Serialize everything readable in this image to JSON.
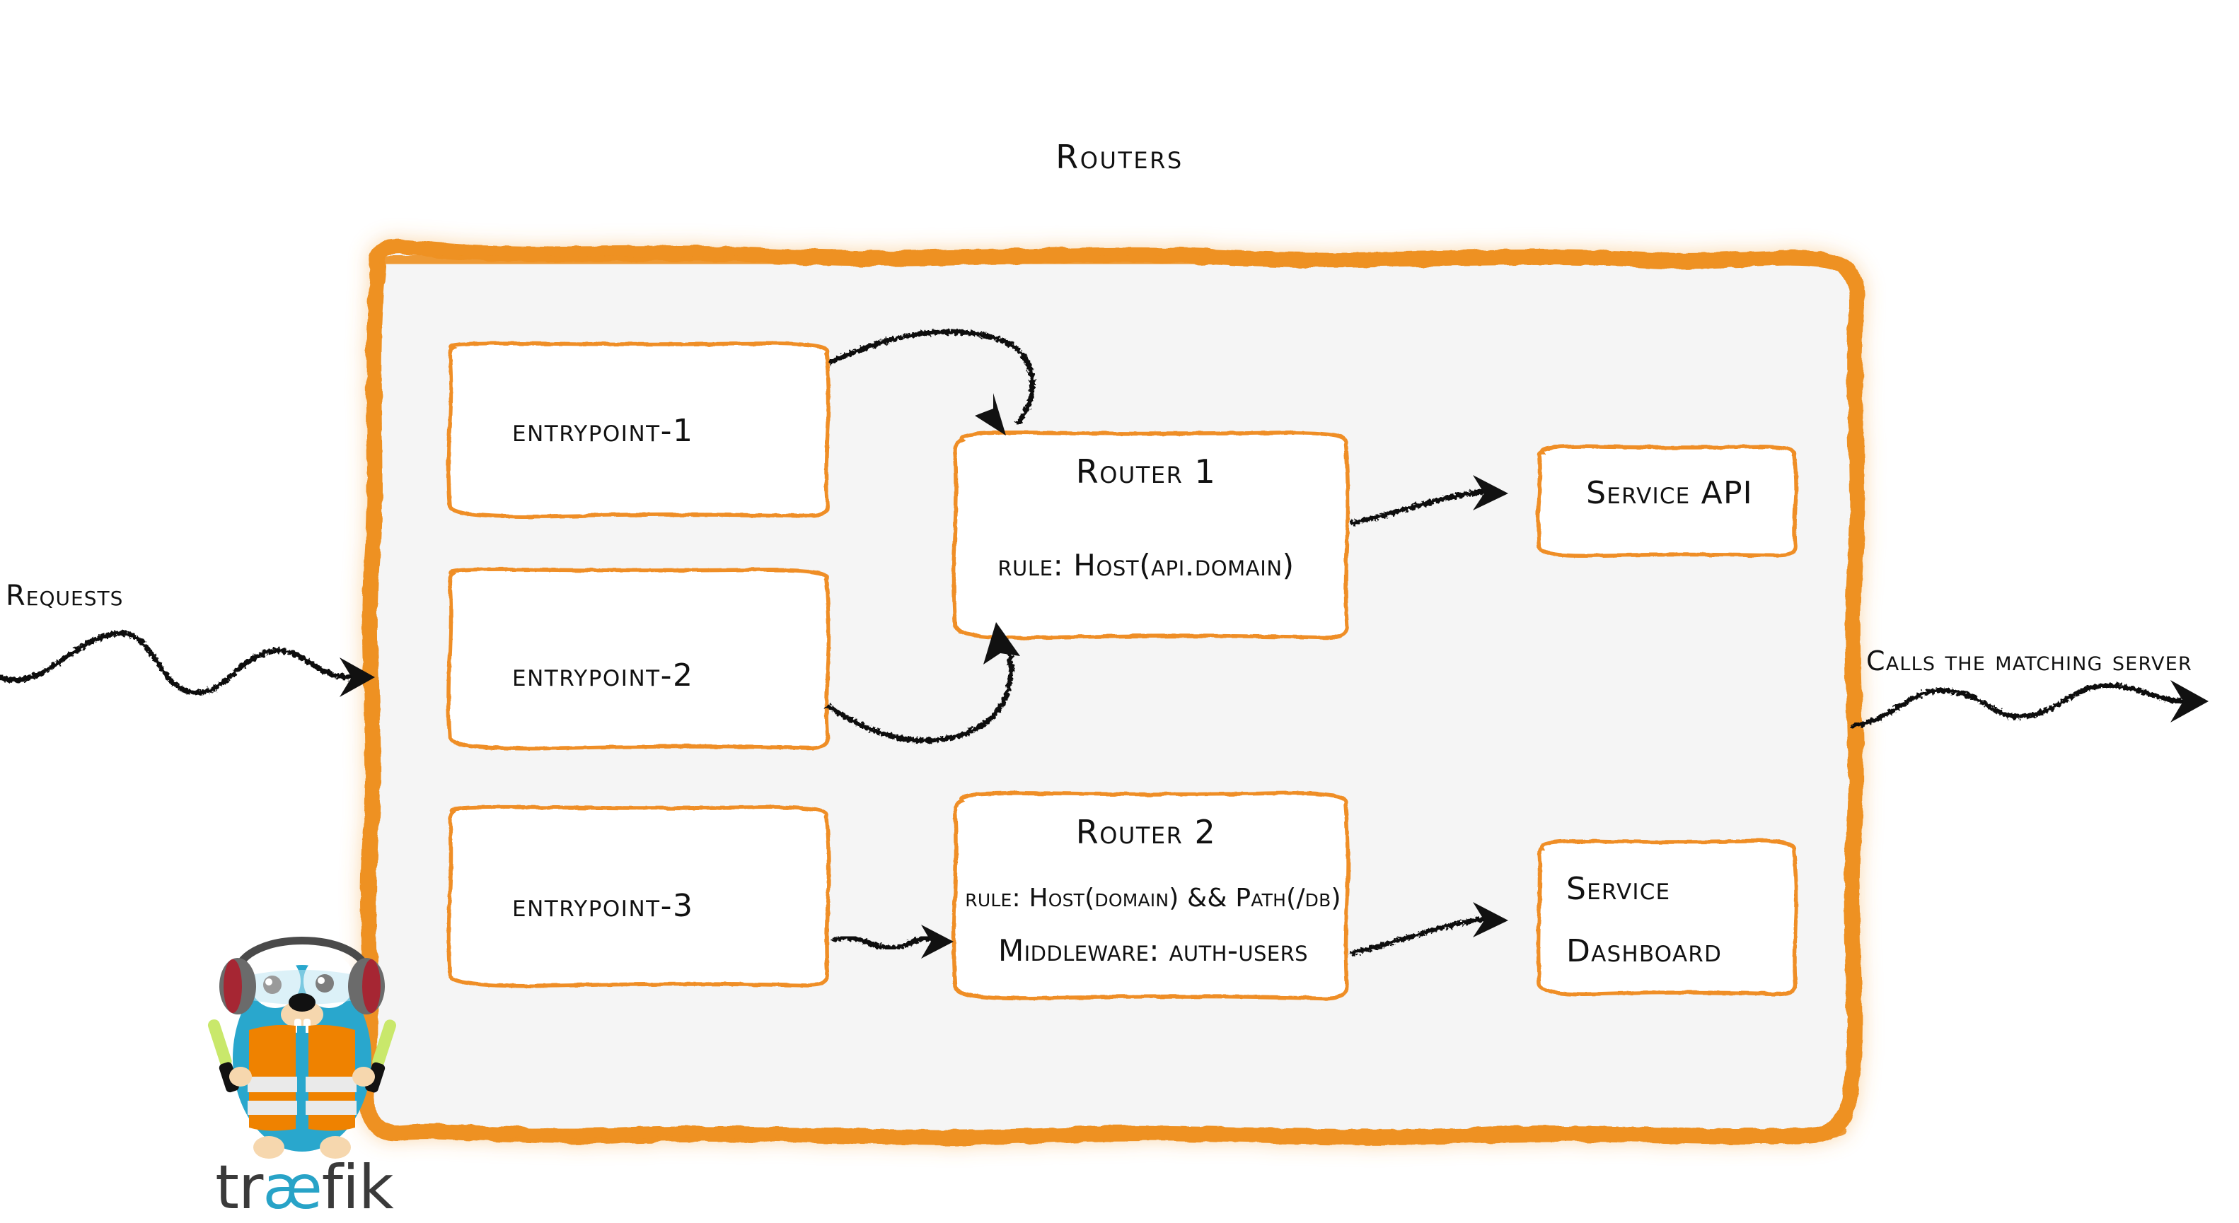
{
  "diagram": {
    "title": "Routers",
    "type": "architecture-flow",
    "colors": {
      "brand_orange": "#ee9122",
      "container_fill": "#f5f5f5",
      "box_fill": "#ffffff",
      "box_stroke": "#ef8e28",
      "text": "#111111",
      "logo_blue": "#29a7cd",
      "logo_orange": "#ef8200",
      "logo_wordmark_dark": "#3a3a3a"
    }
  },
  "entrypoints": [
    {
      "id": "entrypoint-1",
      "label": "entrypoint-1"
    },
    {
      "id": "entrypoint-2",
      "label": "entrypoint-2"
    },
    {
      "id": "entrypoint-3",
      "label": "entrypoint-3"
    }
  ],
  "routers": [
    {
      "id": "router-1",
      "title": "Router 1",
      "rule": "rule: Host(api.domain)",
      "middleware": null
    },
    {
      "id": "router-2",
      "title": "Router 2",
      "rule": "rule: Host(domain) && Path(/db)",
      "middleware": "Middleware: auth-users"
    }
  ],
  "services": [
    {
      "id": "service-api",
      "lines": [
        "Service API"
      ]
    },
    {
      "id": "service-dashboard",
      "lines": [
        "Service",
        "Dashboard"
      ]
    }
  ],
  "annotations": {
    "incoming": "Requests",
    "outgoing": "Calls the matching server"
  },
  "logo": {
    "wordmark_part1": "tr",
    "wordmark_ligature": "æ",
    "wordmark_part2": "fik",
    "mascot": "traefik-gopher-mascot"
  },
  "flows": [
    {
      "from": "entrypoint-1",
      "to": "router-1"
    },
    {
      "from": "entrypoint-2",
      "to": "router-1"
    },
    {
      "from": "entrypoint-3",
      "to": "router-2"
    },
    {
      "from": "router-1",
      "to": "service-api"
    },
    {
      "from": "router-2",
      "to": "service-dashboard"
    }
  ]
}
